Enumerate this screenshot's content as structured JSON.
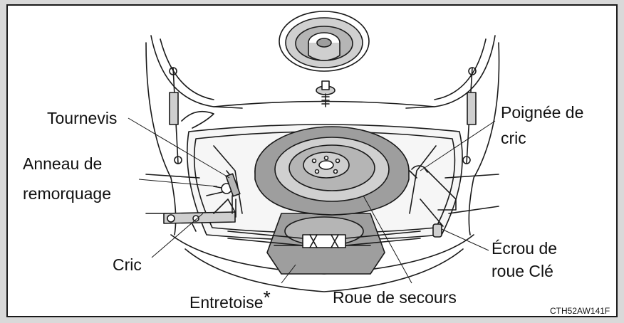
{
  "labels": {
    "tournevis": "Tournevis",
    "anneau_line1": "Anneau de",
    "anneau_line2": "remorquage",
    "cric": "Cric",
    "entretoise": "Entretoise",
    "entretoise_mark": "*",
    "roue_de_secours": "Roue de secours",
    "poignee_line1": "Poignée de",
    "poignee_line2": "cric",
    "ecrou_line1": "Écrou de",
    "ecrou_line2": "roue Clé"
  },
  "figure_code": "CTH52AW141F",
  "colors": {
    "frame": "#d9d9d9",
    "line": "#1a1a1a",
    "tire_gray": "#9e9e9e",
    "light_gray": "#cfcfcf",
    "mid_gray": "#b5b5b5"
  }
}
